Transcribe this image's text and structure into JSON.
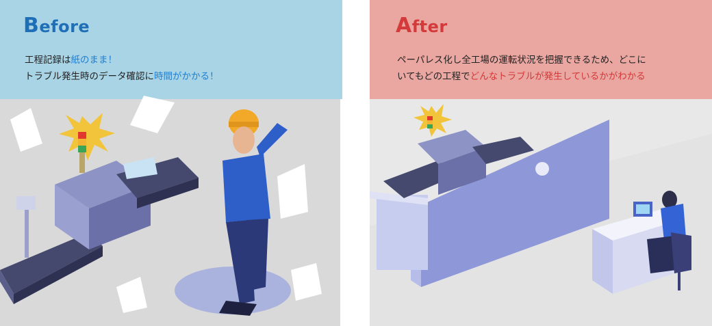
{
  "before": {
    "title_initial": "B",
    "title_rest": "efore",
    "line1_a": "工程記録は",
    "line1_b": "紙のまま！",
    "line2_a": "トラブル発生時のデータ確認に",
    "line2_b": "時間がかかる！",
    "colors": {
      "header": "#a9d4e6",
      "floor": "#d9d9d9",
      "accent": "#1f6fb6"
    }
  },
  "after": {
    "title_initial": "A",
    "title_rest": "fter",
    "line1": "ペーパレス化し全工場の運転状況を把握できるため、どこに",
    "line2_a": "いてもどの工程で",
    "line2_b": "どんなトラブルが発生しているかがわかる",
    "colors": {
      "header": "#eaa6a0",
      "floor": "#e8e8e8",
      "accent": "#d33a3a"
    }
  }
}
